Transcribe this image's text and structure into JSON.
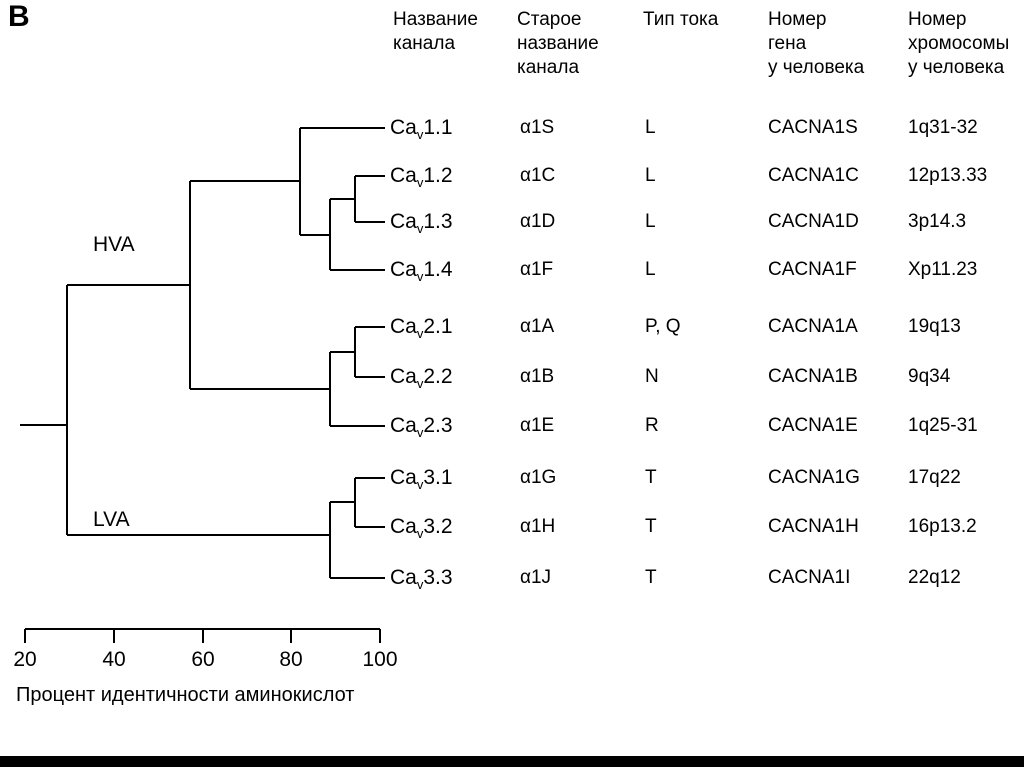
{
  "panel_label": "B",
  "columns": [
    "Название\nканала",
    "Старое\nназвание\nканала",
    "Тип тока",
    "Номер\nгена\nу человека",
    "Номер\nхромосомы\nу человека"
  ],
  "rows": [
    {
      "name_main": "Ca",
      "name_sub": "v",
      "name_num": "1.1",
      "old": "α1S",
      "current": "L",
      "gene": "CACNA1S",
      "chrom": "1q31-32"
    },
    {
      "name_main": "Ca",
      "name_sub": "v",
      "name_num": "1.2",
      "old": "α1C",
      "current": "L",
      "gene": "CACNA1C",
      "chrom": "12p13.33"
    },
    {
      "name_main": "Ca",
      "name_sub": "v",
      "name_num": "1.3",
      "old": "α1D",
      "current": "L",
      "gene": "CACNA1D",
      "chrom": "3p14.3"
    },
    {
      "name_main": "Ca",
      "name_sub": "v",
      "name_num": "1.4",
      "old": "α1F",
      "current": "L",
      "gene": "CACNA1F",
      "chrom": "Xp11.23"
    },
    {
      "name_main": "Ca",
      "name_sub": "v",
      "name_num": "2.1",
      "old": "α1A",
      "current": "P, Q",
      "gene": "CACNA1A",
      "chrom": "19q13"
    },
    {
      "name_main": "Ca",
      "name_sub": "v",
      "name_num": "2.2",
      "old": "α1B",
      "current": "N",
      "gene": "CACNA1B",
      "chrom": "9q34"
    },
    {
      "name_main": "Ca",
      "name_sub": "v",
      "name_num": "2.3",
      "old": "α1E",
      "current": "R",
      "gene": "CACNA1E",
      "chrom": "1q25-31"
    },
    {
      "name_main": "Ca",
      "name_sub": "v",
      "name_num": "3.1",
      "old": "α1G",
      "current": "T",
      "gene": "CACNA1G",
      "chrom": "17q22"
    },
    {
      "name_main": "Ca",
      "name_sub": "v",
      "name_num": "3.2",
      "old": "α1H",
      "current": "T",
      "gene": "CACNA1H",
      "chrom": "16p13.2"
    },
    {
      "name_main": "Ca",
      "name_sub": "v",
      "name_num": "3.3",
      "old": "α1J",
      "current": "T",
      "gene": "CACNA1I",
      "chrom": "22q12"
    }
  ],
  "tree": {
    "hva_label": "HVA",
    "lva_label": "LVA"
  },
  "scale": {
    "ticks": [
      "20",
      "40",
      "60",
      "80",
      "100"
    ],
    "caption": "Процент идентичности аминокислот"
  }
}
